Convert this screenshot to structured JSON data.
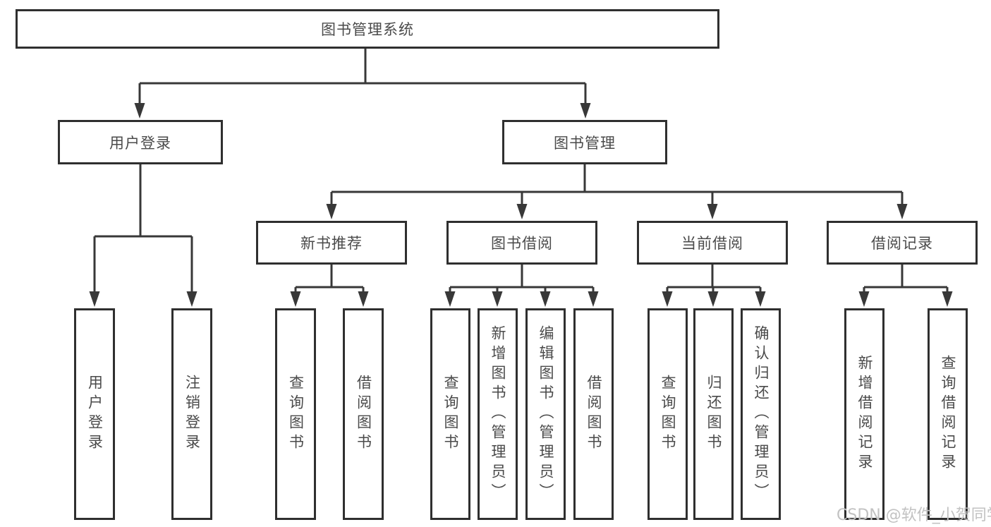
{
  "colors": {
    "background": "#ffffff",
    "line": "#383838",
    "box_border": "#2f2f2f",
    "text": "#4a4a4a",
    "watermark": "#c2c2c2"
  },
  "watermark": {
    "text": "CSDN @软件_小贺同学"
  },
  "nodes": {
    "root": {
      "label": "图书管理系统"
    },
    "user-login": {
      "label": "用户登录"
    },
    "book-mgmt": {
      "label": "图书管理"
    },
    "login": {
      "label": "用户登录"
    },
    "logout": {
      "label": "注销登录"
    },
    "new-rec": {
      "label": "新书推荐"
    },
    "borrow": {
      "label": "图书借阅"
    },
    "current": {
      "label": "当前借阅"
    },
    "records": {
      "label": "借阅记录"
    },
    "nr-query": {
      "label": "查询图书"
    },
    "nr-borrow": {
      "label": "借阅图书"
    },
    "bb-query": {
      "label": "查询图书"
    },
    "bb-add": {
      "label": "新增图书（管理员）"
    },
    "bb-edit": {
      "label": "编辑图书（管理员）"
    },
    "bb-borrow": {
      "label": "借阅图书"
    },
    "cb-query": {
      "label": "查询图书"
    },
    "cb-return": {
      "label": "归还图书"
    },
    "cb-confirm": {
      "label": "确认归还（管理员）"
    },
    "br-add": {
      "label": "新增借阅记录"
    },
    "br-query": {
      "label": "查询借阅记录"
    }
  },
  "hierarchy": {
    "root": [
      "user-login",
      "book-mgmt"
    ],
    "user-login": [
      "login",
      "logout"
    ],
    "book-mgmt": [
      "new-rec",
      "borrow",
      "current",
      "records"
    ],
    "new-rec": [
      "nr-query",
      "nr-borrow"
    ],
    "borrow": [
      "bb-query",
      "bb-add",
      "bb-edit",
      "bb-borrow"
    ],
    "current": [
      "cb-query",
      "cb-return",
      "cb-confirm"
    ],
    "records": [
      "br-add",
      "br-query"
    ]
  }
}
